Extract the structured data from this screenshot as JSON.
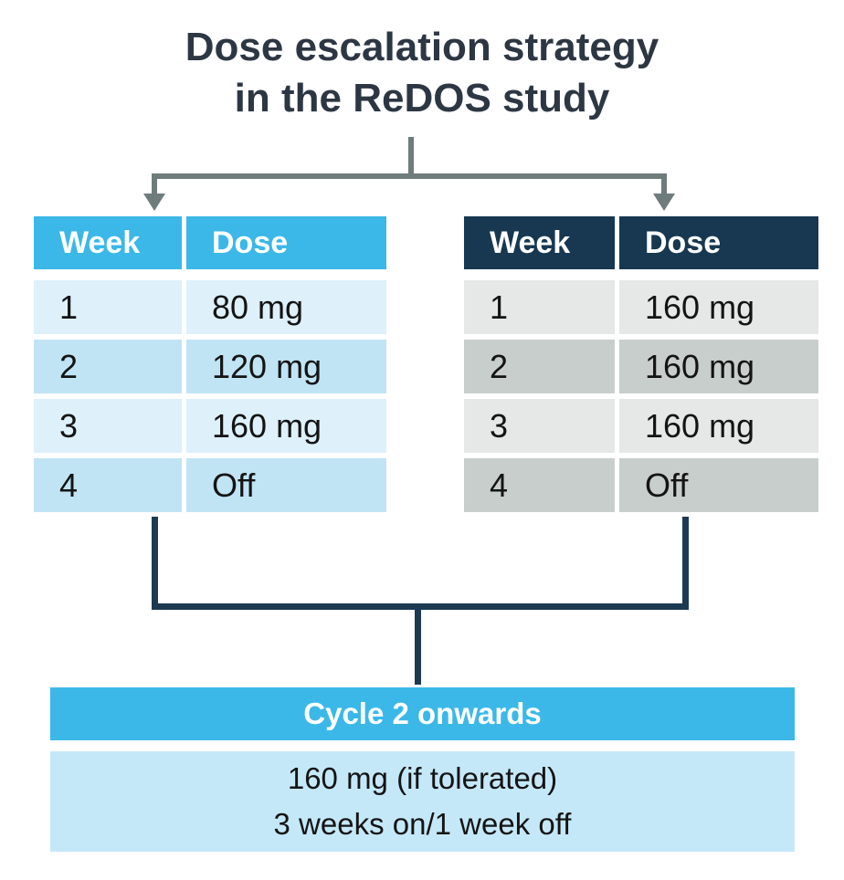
{
  "title": {
    "line1": "Dose escalation strategy",
    "line2": "in the ReDOS study"
  },
  "tables": {
    "left": {
      "headers": {
        "week": "Week",
        "dose": "Dose"
      },
      "rows": [
        {
          "week": "1",
          "dose": "80 mg"
        },
        {
          "week": "2",
          "dose": "120 mg"
        },
        {
          "week": "3",
          "dose": "160 mg"
        },
        {
          "week": "4",
          "dose": "Off"
        }
      ]
    },
    "right": {
      "headers": {
        "week": "Week",
        "dose": "Dose"
      },
      "rows": [
        {
          "week": "1",
          "dose": "160 mg"
        },
        {
          "week": "2",
          "dose": "160 mg"
        },
        {
          "week": "3",
          "dose": "160 mg"
        },
        {
          "week": "4",
          "dose": "Off"
        }
      ]
    }
  },
  "cycle_box": {
    "title": "Cycle 2 onwards",
    "line1": "160 mg (if tolerated)",
    "line2": "3 weeks on/1 week off"
  },
  "icons": {
    "branch_arrows": "arrow-down-icon"
  },
  "colors": {
    "title_text": "#2d3743",
    "branch_connector_gray": "#6f7c7c",
    "merge_connector_navy": "#1c3a52",
    "blue_header": "#3bb8e8",
    "navy_header": "#173850",
    "left_row_dark": "#c1e4f5",
    "left_row_light": "#def0fa",
    "right_row_dark": "#c8cecc",
    "right_row_light": "#e5e8e6",
    "cycle_body_bg": "#c5e8f8",
    "cell_text": "#141414"
  }
}
